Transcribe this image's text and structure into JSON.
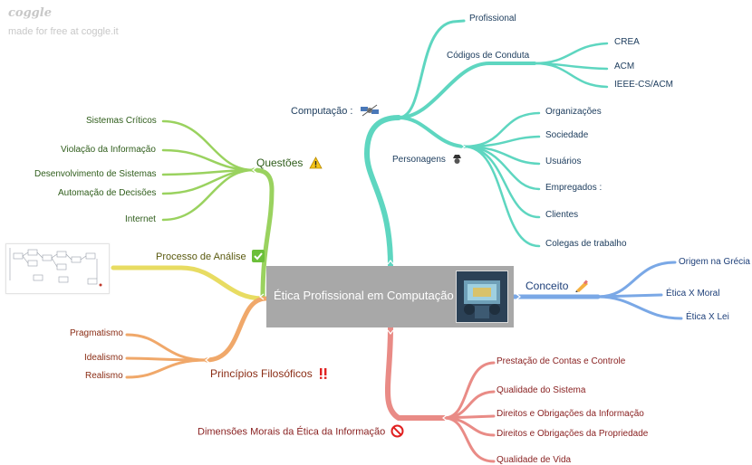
{
  "watermark": {
    "logo": "coggle",
    "tagline": "made for free at coggle.it"
  },
  "central": {
    "title": "Ética Profissional em Computação",
    "image_icon": "computer-room-image"
  },
  "colors": {
    "teal": "#5ed6c0",
    "green": "#9ad25f",
    "yellow": "#e8dc62",
    "orange": "#f0a86a",
    "blue": "#7aa8e6",
    "red": "#e98b86"
  },
  "branches": {
    "computacao": {
      "label": "Computação :",
      "icon": "satellite-icon",
      "profissional": "Profissional",
      "codigos": {
        "label": "Códigos de Conduta",
        "items": [
          "CREA",
          "ACM",
          "IEEE-CS/ACM"
        ]
      },
      "personagens": {
        "label": "Personagens",
        "icon": "detective-icon",
        "items": [
          "Organizações",
          "Sociedade",
          "Usuários",
          "Empregados :",
          "Clientes",
          "Colegas de trabalho"
        ]
      }
    },
    "questoes": {
      "label": "Questões",
      "icon": "warning-icon",
      "items": [
        "Sistemas Críticos",
        "Violação da Informação",
        "Desenvolvimento de Sistemas",
        "Automação de Decisões",
        "Internet"
      ]
    },
    "processo": {
      "label": "Processo de Análise",
      "icon": "check-icon"
    },
    "principios": {
      "label": "Princípios Filosóficos",
      "icon": "double-exclamation-icon",
      "items": [
        "Pragmatismo",
        "Idealismo",
        "Realismo"
      ]
    },
    "conceito": {
      "label": "Conceito",
      "icon": "pencil-icon",
      "items": [
        "Origem na Grécia",
        "Ética X Moral",
        "Ética X Lei"
      ]
    },
    "dimensoes": {
      "label": "Dimensões Morais da Ética da Informação",
      "icon": "no-entry-icon",
      "items": [
        "Prestação de Contas e Controle",
        "Qualidade do Sistema",
        "Direitos e Obrigações da Informação",
        "Direitos e Obrigações da Propriedade",
        "Qualidade de Vida"
      ]
    }
  }
}
